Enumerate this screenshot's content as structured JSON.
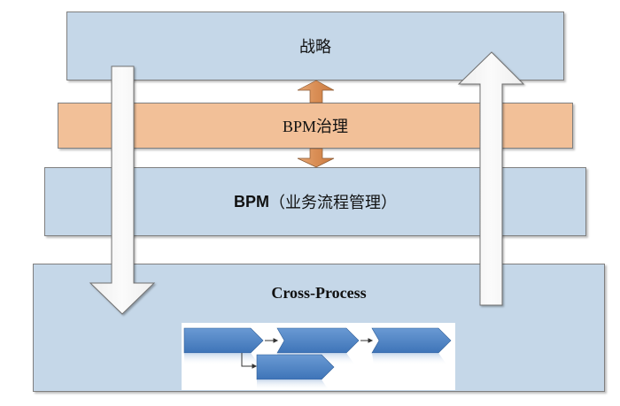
{
  "diagram": {
    "layers": [
      {
        "id": "strategy",
        "label": "战略",
        "color": "#c5d7e8"
      },
      {
        "id": "governance",
        "label": "BPM治理",
        "color": "#f2c098"
      },
      {
        "id": "bpm",
        "label_abbr": "BPM",
        "label_rest": "（业务流程管理）",
        "color": "#c5d7e8"
      },
      {
        "id": "cross_process",
        "label": "Cross-Process",
        "color": "#c5d7e8"
      }
    ],
    "arrows": {
      "top_down": {
        "direction": "down",
        "from": "战略",
        "to": "Cross-Process",
        "fill": "#f5f5f5"
      },
      "bottom_up": {
        "direction": "up",
        "from": "Cross-Process",
        "to": "战略",
        "fill": "#f5f5f5"
      },
      "governance_link": {
        "direction": "bidirectional",
        "fill": "#d98e55"
      }
    },
    "process_flow_image": {
      "description": "process-flow chevrons",
      "chevron_count": 4,
      "chevron_color": "#4f86c6"
    }
  }
}
